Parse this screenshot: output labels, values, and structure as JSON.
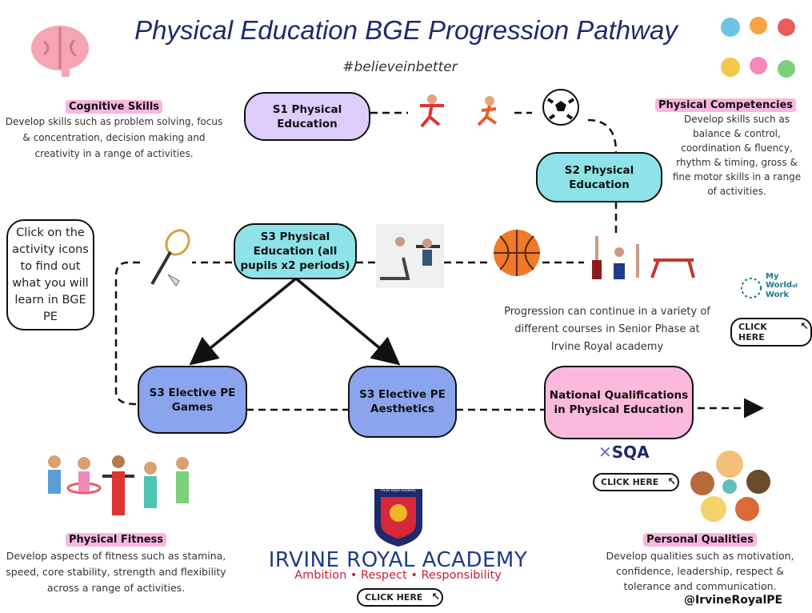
{
  "header": {
    "title": "Physical Education BGE Progression Pathway",
    "hashtag": "#believeinbetter"
  },
  "cognitive": {
    "label": "Cognitive Skills",
    "desc": "Develop skills such as problem solving, focus & concentration, decision making and creativity in a range of activities."
  },
  "competencies": {
    "label": "Physical Competencies",
    "desc": "Develop skills such as balance & control, coordination & fluency, rhythm & timing, gross & fine motor skills in a  range of activities."
  },
  "fitness": {
    "label": "Physical Fitness",
    "desc": "Develop aspects of fitness such as stamina, speed, core stability, strength and flexibility across a range of activities."
  },
  "personal": {
    "label": "Personal Qualities",
    "desc": "Develop qualities such as motivation, confidence, leadership, respect & tolerance and communication."
  },
  "nodes": {
    "s1": "S1 Physical Education",
    "s2": "S2 Physical Education",
    "s3": "S3 Physical Education (all pupils x2 periods)",
    "games": "S3 Elective PE Games",
    "aesthetics": "S3 Elective PE Aesthetics",
    "nq": "National Qualifications in Physical Education"
  },
  "hint": "Click on the activity icons to find out what you will learn in BGE PE",
  "progression": "Progression can continue in a variety of different courses in Senior Phase at Irvine Royal academy",
  "myworld": {
    "line1": "My",
    "line2": "World",
    "line3": "of",
    "line4": "Work"
  },
  "sqa": "SQA",
  "click_label": "CLICK HERE",
  "school": {
    "crest_text": "Irvine Royal Academy",
    "name": "IRVINE ROYAL ACADEMY",
    "motto": "Ambition • Respect • Responsibility"
  },
  "handle": "@IrvineRoyalPE",
  "colors": {
    "title": "#1e2a6b",
    "cyan": "#8ee3e8",
    "lavender": "#dccdfb",
    "blue": "#8aa4ee",
    "pink": "#fbb9de"
  }
}
